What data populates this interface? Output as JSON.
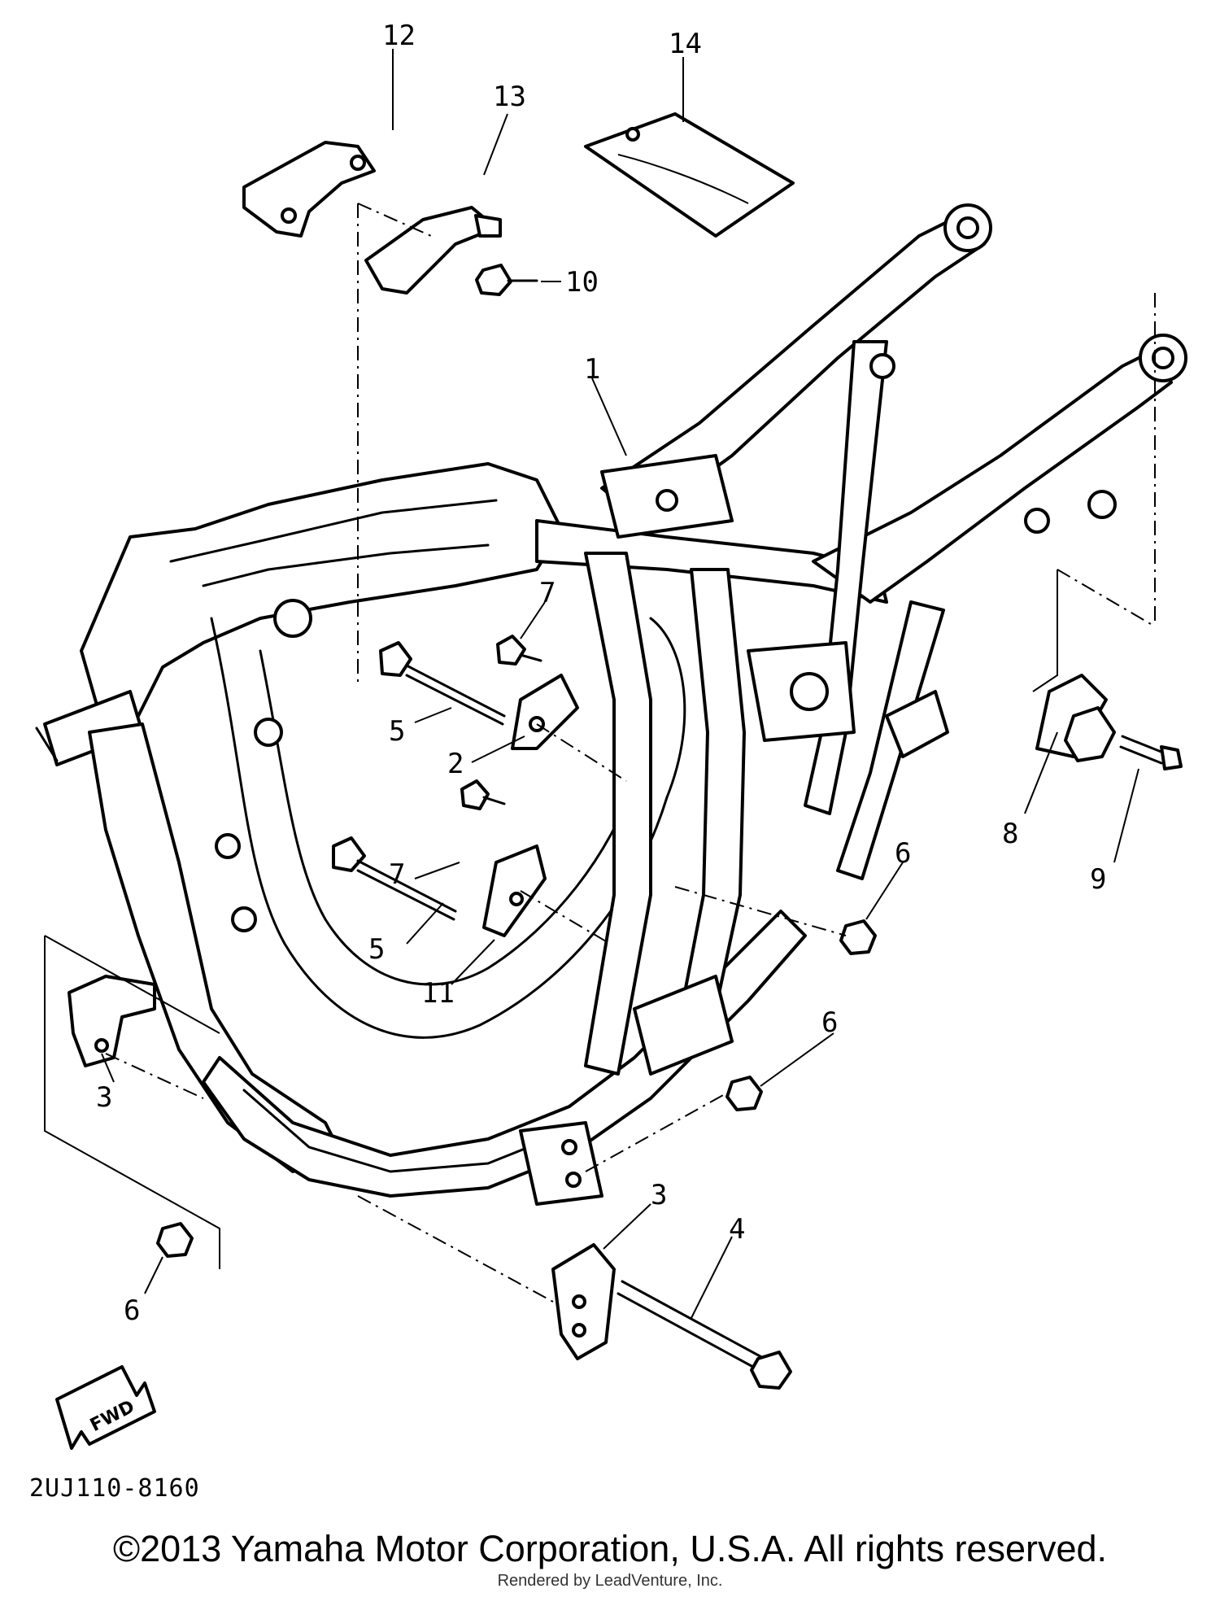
{
  "diagram": {
    "callouts": [
      {
        "id": "c1",
        "label": "1"
      },
      {
        "id": "c2",
        "label": "2"
      },
      {
        "id": "c3a",
        "label": "3"
      },
      {
        "id": "c3b",
        "label": "3"
      },
      {
        "id": "c4",
        "label": "4"
      },
      {
        "id": "c5a",
        "label": "5"
      },
      {
        "id": "c5b",
        "label": "5"
      },
      {
        "id": "c6a",
        "label": "6"
      },
      {
        "id": "c6b",
        "label": "6"
      },
      {
        "id": "c6c",
        "label": "6"
      },
      {
        "id": "c7a",
        "label": "7"
      },
      {
        "id": "c7b",
        "label": "7"
      },
      {
        "id": "c8",
        "label": "8"
      },
      {
        "id": "c9",
        "label": "9"
      },
      {
        "id": "c10",
        "label": "10"
      },
      {
        "id": "c11",
        "label": "11"
      },
      {
        "id": "c12",
        "label": "12"
      },
      {
        "id": "c13",
        "label": "13"
      },
      {
        "id": "c14",
        "label": "14"
      }
    ],
    "direction_arrow": "FWD",
    "drawing_code": "2UJ110-8160"
  },
  "footer": {
    "copyright": "©2013 Yamaha Motor Corporation, U.S.A. All rights reserved.",
    "rendered_by": "Rendered by LeadVenture, Inc."
  }
}
